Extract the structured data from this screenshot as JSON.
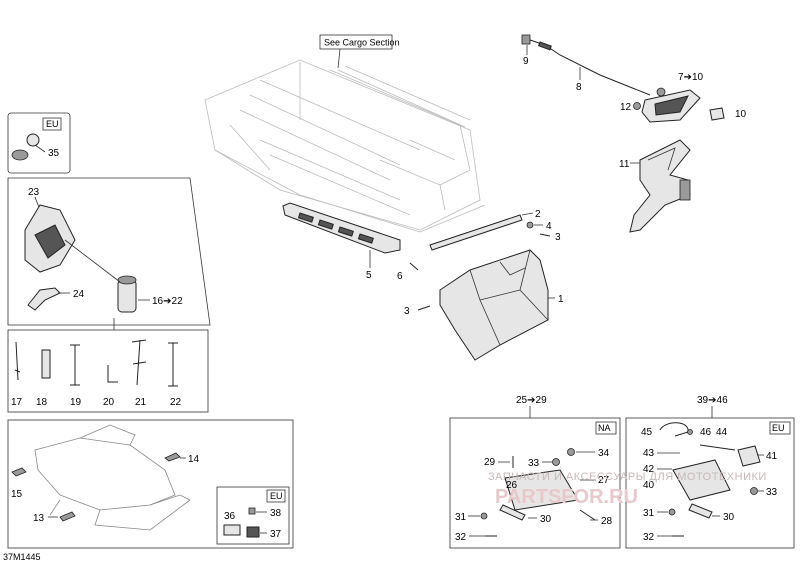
{
  "callout": "See Cargo Section",
  "diagram_id": "37M1445",
  "region_tags": {
    "eu_top": "EU",
    "eu_bottom_left": "EU",
    "na": "NA",
    "eu_bottom_right": "EU"
  },
  "group_labels": {
    "kit_na": "25➔29",
    "kit_eu": "39➔46"
  },
  "parts": {
    "p1": "1",
    "p2": "2",
    "p3a": "3",
    "p3b": "3",
    "p4": "4",
    "p5": "5",
    "p6": "6",
    "p7": "7➔10",
    "p8": "8",
    "p9": "9",
    "p10": "10",
    "p11": "11",
    "p12": "12",
    "p13": "13",
    "p14": "14",
    "p15": "15",
    "p16": "16➔22",
    "p17": "17",
    "p18": "18",
    "p19": "19",
    "p20": "20",
    "p21": "21",
    "p22": "22",
    "p23": "23",
    "p24": "24",
    "p35": "35",
    "p36": "36",
    "p37": "37",
    "p38": "38",
    "p26": "26",
    "p27": "27",
    "p28": "28",
    "p29": "29",
    "p30a": "30",
    "p31a": "31",
    "p32a": "32",
    "p33a": "33",
    "p34": "34",
    "p30b": "30",
    "p31b": "31",
    "p32b": "32",
    "p33b": "33",
    "p40": "40",
    "p41": "41",
    "p42": "42",
    "p43": "43",
    "p44": "44",
    "p45": "45",
    "p46": "46"
  },
  "watermark": {
    "text": "ЗАПЧАСТИ И АКСЕССУАРЫ ДЛЯ МОТОТЕХНИКИ",
    "logo": "PARTSFOR.RU"
  }
}
